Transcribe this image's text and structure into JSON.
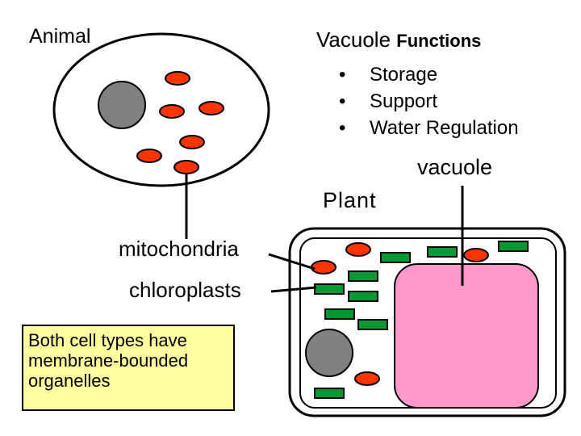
{
  "labels": {
    "animal": "Animal",
    "vacuole_title": "Vacuole",
    "functions_word": "Functions",
    "vacuole": "vacuole",
    "plant": "Plant",
    "mitochondria": "mitochondria",
    "chloroplasts": "chloroplasts"
  },
  "functions": [
    "Storage",
    "Support",
    "Water Regulation"
  ],
  "bullet": "•",
  "note": [
    "Both cell types have",
    "membrane-bounded",
    "organelles"
  ],
  "colors": {
    "mitochondria": "#ff3300",
    "chloroplast": "#009933",
    "nucleus": "#808080",
    "vacuole": "#ff99cc",
    "note_background": "#ffffa0"
  }
}
